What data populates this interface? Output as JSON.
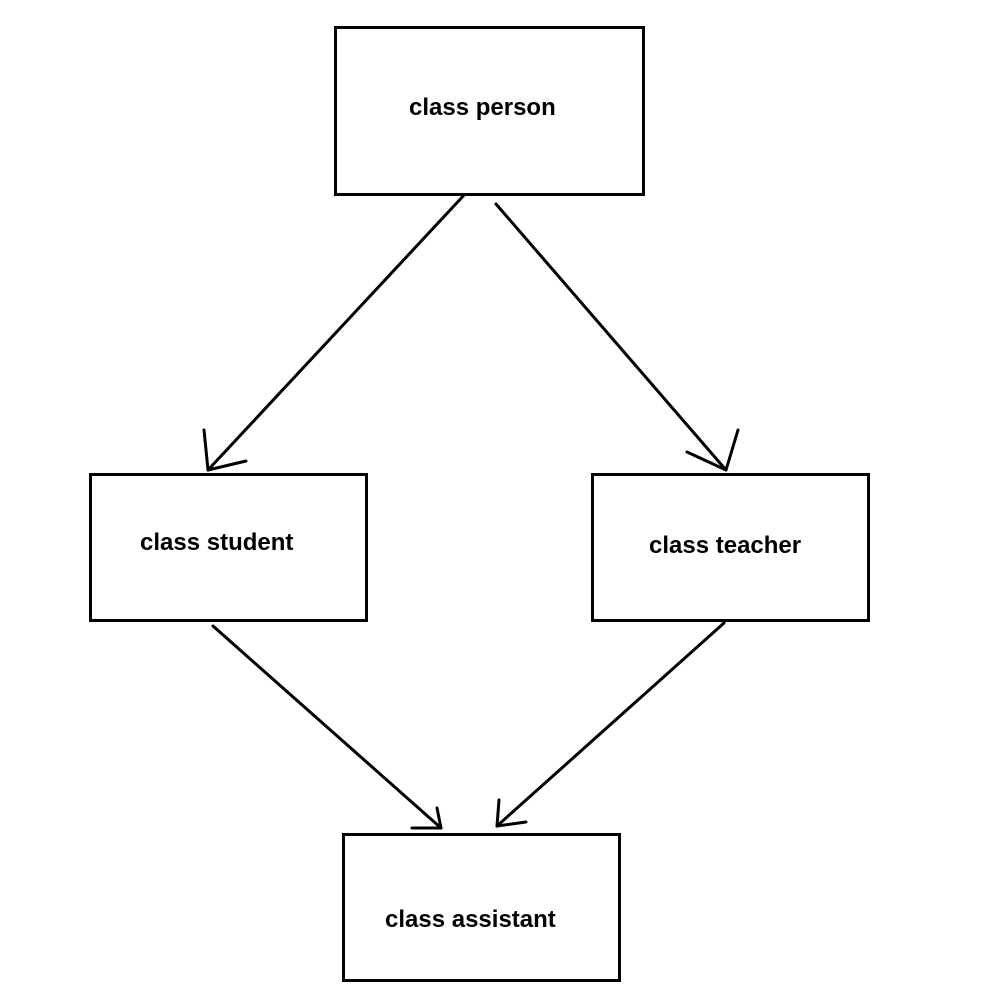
{
  "diagram": {
    "nodes": {
      "person": {
        "label": "class person"
      },
      "student": {
        "label": "class student"
      },
      "teacher": {
        "label": "class teacher"
      },
      "assistant": {
        "label": "class assistant"
      }
    },
    "edges": [
      {
        "from": "person",
        "to": "student"
      },
      {
        "from": "person",
        "to": "teacher"
      },
      {
        "from": "student",
        "to": "assistant"
      },
      {
        "from": "teacher",
        "to": "assistant"
      }
    ],
    "colors": {
      "stroke": "#000000",
      "background": "#ffffff"
    }
  }
}
